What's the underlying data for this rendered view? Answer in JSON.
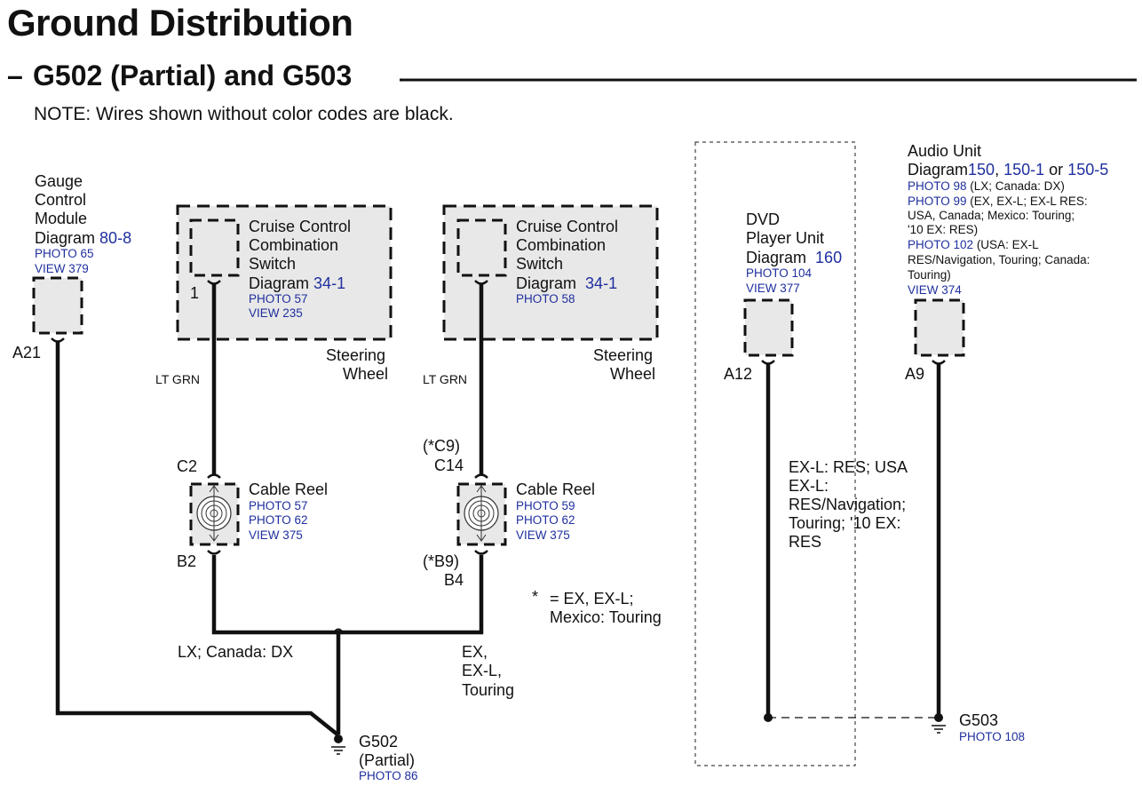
{
  "title": "Ground Distribution",
  "subtitle_dash": "–",
  "subtitle": "G502 (Partial) and G503",
  "note": "NOTE: Wires shown without color codes are black.",
  "gauge": {
    "name_lines": [
      "Gauge",
      "Control",
      "Module"
    ],
    "diagram_label": "Diagram",
    "diagram_ref": "80-8",
    "photo": "PHOTO 65",
    "view": "VIEW 379",
    "pin": "A21"
  },
  "cruise1": {
    "name_lines": [
      "Cruise Control",
      "Combination",
      "Switch"
    ],
    "diagram_label": "Diagram",
    "diagram_ref": "34-1",
    "photo": "PHOTO 57",
    "view": "VIEW 235",
    "pin": "1",
    "location": [
      "Steering",
      "Wheel"
    ],
    "wire": "LT GRN"
  },
  "cruise2": {
    "name_lines": [
      "Cruise Control",
      "Combination",
      "Switch"
    ],
    "diagram_label": "Diagram",
    "diagram_ref": "34-1",
    "photo": "PHOTO 58",
    "location": [
      "Steering",
      "Wheel"
    ],
    "wire": "LT GRN"
  },
  "reel1": {
    "name": "Cable Reel",
    "photos": [
      "PHOTO 57",
      "PHOTO 62",
      "VIEW 375"
    ],
    "top_pin": "C2",
    "bottom_pin": "B2"
  },
  "reel2": {
    "name": "Cable Reel",
    "photos": [
      "PHOTO 59",
      "PHOTO 62",
      "VIEW 375"
    ],
    "top_pin_alt": "(*C9)",
    "top_pin": "C14",
    "bottom_pin_alt": "(*B9)",
    "bottom_pin": "B4"
  },
  "footnote": {
    "star": "*",
    "lines": [
      "= EX, EX-L;",
      "Mexico: Touring"
    ]
  },
  "branch_left": "LX; Canada: DX",
  "branch_right": [
    "EX,",
    "EX-L,",
    "Touring"
  ],
  "g502": {
    "name": "G502",
    "qualifier": "(Partial)",
    "photo": "PHOTO 86"
  },
  "dvd": {
    "name_lines": [
      "DVD",
      "Player Unit"
    ],
    "diagram_label": "Diagram",
    "diagram_ref": "160",
    "photo": "PHOTO 104",
    "view": "VIEW 377",
    "pin": "A12",
    "option_lines": [
      "EX-L: RES; USA",
      "EX-L:",
      "RES/Navigation;",
      "Touring; '10 EX:",
      "RES"
    ]
  },
  "audio": {
    "name": "Audio Unit",
    "diagram_label": "Diagram",
    "diagram_refs": [
      "150",
      "150-1",
      "150-5"
    ],
    "sep_comma": ",",
    "sep_or": "or",
    "photo98": "PHOTO 98",
    "photo98_note": "(LX; Canada: DX)",
    "photo99": "PHOTO 99",
    "photo99_note": [
      "(EX, EX-L; EX-L RES:",
      "USA, Canada; Mexico: Touring;",
      "'10 EX: RES)"
    ],
    "photo102": "PHOTO 102",
    "photo102_note": [
      "(USA: EX-L",
      "RES/Navigation, Touring; Canada:",
      "Touring)"
    ],
    "view": "VIEW 374",
    "pin": "A9"
  },
  "g503": {
    "name": "G503",
    "photo": "PHOTO 108"
  }
}
